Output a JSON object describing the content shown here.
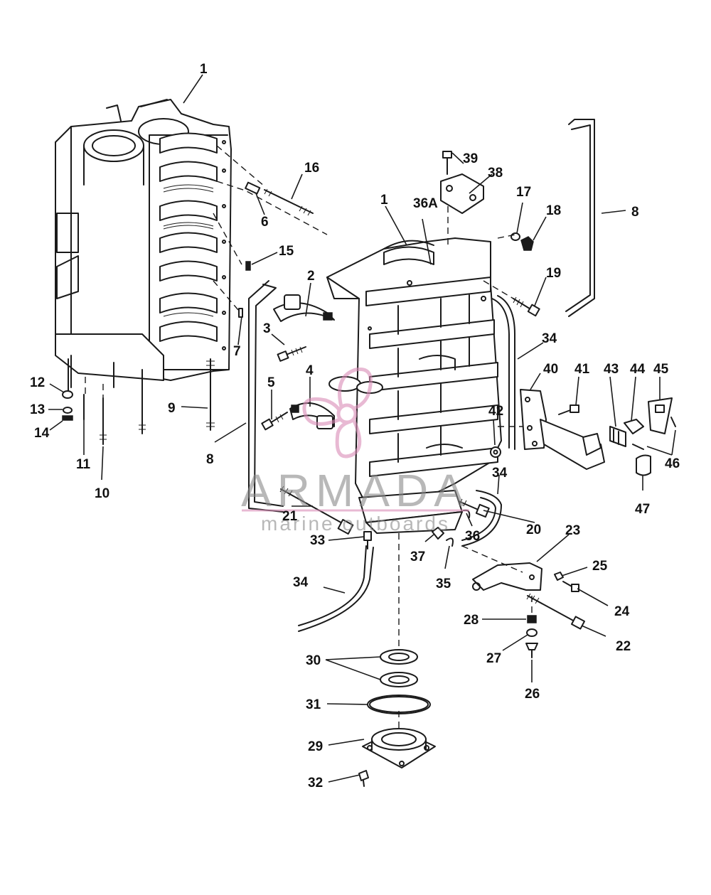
{
  "diagram": {
    "callouts": [
      {
        "id": "c1a",
        "text": "1"
      },
      {
        "id": "c1b",
        "text": "1"
      },
      {
        "id": "c2",
        "text": "2"
      },
      {
        "id": "c3",
        "text": "3"
      },
      {
        "id": "c4",
        "text": "4"
      },
      {
        "id": "c5",
        "text": "5"
      },
      {
        "id": "c6",
        "text": "6"
      },
      {
        "id": "c7",
        "text": "7"
      },
      {
        "id": "c8a",
        "text": "8"
      },
      {
        "id": "c8b",
        "text": "8"
      },
      {
        "id": "c9",
        "text": "9"
      },
      {
        "id": "c10",
        "text": "10"
      },
      {
        "id": "c11",
        "text": "11"
      },
      {
        "id": "c12",
        "text": "12"
      },
      {
        "id": "c13",
        "text": "13"
      },
      {
        "id": "c14",
        "text": "14"
      },
      {
        "id": "c15",
        "text": "15"
      },
      {
        "id": "c16",
        "text": "16"
      },
      {
        "id": "c17",
        "text": "17"
      },
      {
        "id": "c18",
        "text": "18"
      },
      {
        "id": "c19",
        "text": "19"
      },
      {
        "id": "c20",
        "text": "20"
      },
      {
        "id": "c21",
        "text": "21"
      },
      {
        "id": "c22",
        "text": "22"
      },
      {
        "id": "c23",
        "text": "23"
      },
      {
        "id": "c24",
        "text": "24"
      },
      {
        "id": "c25",
        "text": "25"
      },
      {
        "id": "c26",
        "text": "26"
      },
      {
        "id": "c27",
        "text": "27"
      },
      {
        "id": "c28",
        "text": "28"
      },
      {
        "id": "c29",
        "text": "29"
      },
      {
        "id": "c30",
        "text": "30"
      },
      {
        "id": "c31",
        "text": "31"
      },
      {
        "id": "c32",
        "text": "32"
      },
      {
        "id": "c33",
        "text": "33"
      },
      {
        "id": "c34a",
        "text": "34"
      },
      {
        "id": "c34b",
        "text": "34"
      },
      {
        "id": "c34c",
        "text": "34"
      },
      {
        "id": "c35",
        "text": "35"
      },
      {
        "id": "c36",
        "text": "36"
      },
      {
        "id": "c36a",
        "text": "36A"
      },
      {
        "id": "c37",
        "text": "37"
      },
      {
        "id": "c38",
        "text": "38"
      },
      {
        "id": "c39",
        "text": "39"
      },
      {
        "id": "c40",
        "text": "40"
      },
      {
        "id": "c41",
        "text": "41"
      },
      {
        "id": "c42",
        "text": "42"
      },
      {
        "id": "c43",
        "text": "43"
      },
      {
        "id": "c44",
        "text": "44"
      },
      {
        "id": "c45",
        "text": "45"
      },
      {
        "id": "c46",
        "text": "46"
      },
      {
        "id": "c47",
        "text": "47"
      }
    ]
  },
  "watermark": {
    "brand": "ARMADA",
    "tagline": "marine outboards",
    "brand_color": "#d98cb6",
    "text_color": "#8a8a8a"
  },
  "colors": {
    "line": "#1a1a1a",
    "background": "#ffffff"
  }
}
